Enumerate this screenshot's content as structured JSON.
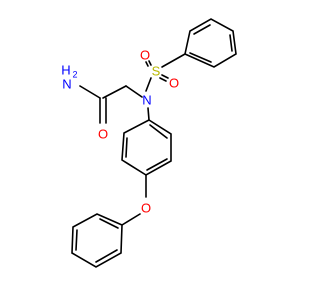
{
  "colors": {
    "bond": "#000000",
    "oxygen": "#ff0000",
    "nitrogen": "#0000ff",
    "sulfur": "#b8b800"
  },
  "atoms": {
    "amide_n": "N",
    "amide_h": "H",
    "amide_h_count": "2",
    "carbonyl_o": "O",
    "sulfonamide_n": "N",
    "sulfur": "S",
    "sulfonyl_o1": "O",
    "sulfonyl_o2": "O",
    "ether_o": "O"
  }
}
